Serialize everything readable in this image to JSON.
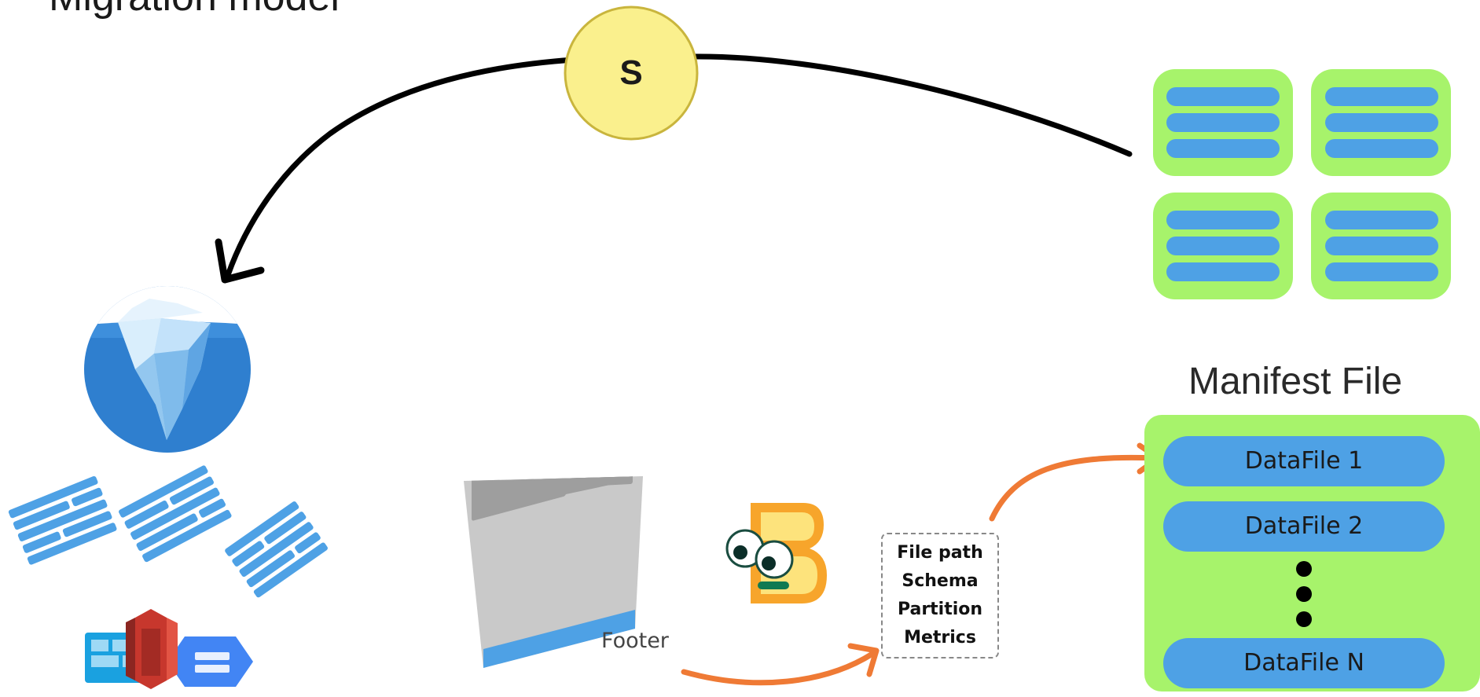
{
  "title": "Migration model",
  "snapshot": {
    "label": "S"
  },
  "footer": {
    "label": "Footer"
  },
  "metadata": {
    "lines": [
      "File path",
      "Schema",
      "Partition",
      "Metrics"
    ]
  },
  "manifest": {
    "title": "Manifest File",
    "files": [
      "DataFile 1",
      "DataFile 2",
      "DataFile N"
    ]
  },
  "colors": {
    "green": "#a7f36b",
    "blue": "#4ea1e5",
    "snapshot_fill": "#faf08d",
    "arrow_orange": "#ef7a35",
    "iceberg_blue": "#2f7fcf"
  },
  "icons": [
    "iceberg-logo-icon",
    "cloud-storage-icon",
    "datafile-blocks-icon",
    "duckdb-logo-icon",
    "parquet-file-icon"
  ]
}
